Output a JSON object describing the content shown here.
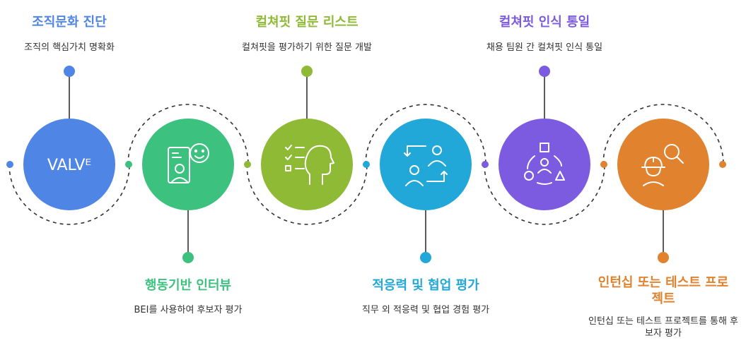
{
  "colors": {
    "blue": "#4f86e6",
    "green": "#3dc17f",
    "olive": "#8fba36",
    "cyan": "#22a8d8",
    "purple": "#7d5be0",
    "orange": "#e0822e",
    "line": "#333333"
  },
  "steps": [
    {
      "title": "조직문화 진단",
      "desc": "조직의 핵심가치 명확화",
      "icon": "valve-logo",
      "logo_text": "VALVᴱ",
      "color": "#4f86e6",
      "label_side": "top"
    },
    {
      "title": "행동기반 인터뷰",
      "desc": "BEI를 사용하여 후보자 평가",
      "icon": "interview-icon",
      "color": "#3dc17f",
      "label_side": "bottom"
    },
    {
      "title": "컬쳐핏 질문 리스트",
      "desc": "컬쳐핏을 평가하기 위한 질문 개발",
      "icon": "checklist-head-icon",
      "color": "#8fba36",
      "label_side": "top"
    },
    {
      "title": "적응력 및 협업 평가",
      "desc": "직무 외 적응력 및 협업 경험 평가",
      "icon": "exchange-people-icon",
      "color": "#22a8d8",
      "label_side": "bottom"
    },
    {
      "title": "컬쳐핏 인식 통일",
      "desc": "채용 팀원 간 컬쳐핏 인식 통일",
      "icon": "team-shapes-icon",
      "color": "#7d5be0",
      "label_side": "top"
    },
    {
      "title": "인턴십 또는 테스트 프로젝트",
      "desc": "인턴십 또는 테스트 프로젝트를 통해 후보자 평가",
      "icon": "worker-search-icon",
      "color": "#e0822e",
      "label_side": "bottom"
    }
  ]
}
